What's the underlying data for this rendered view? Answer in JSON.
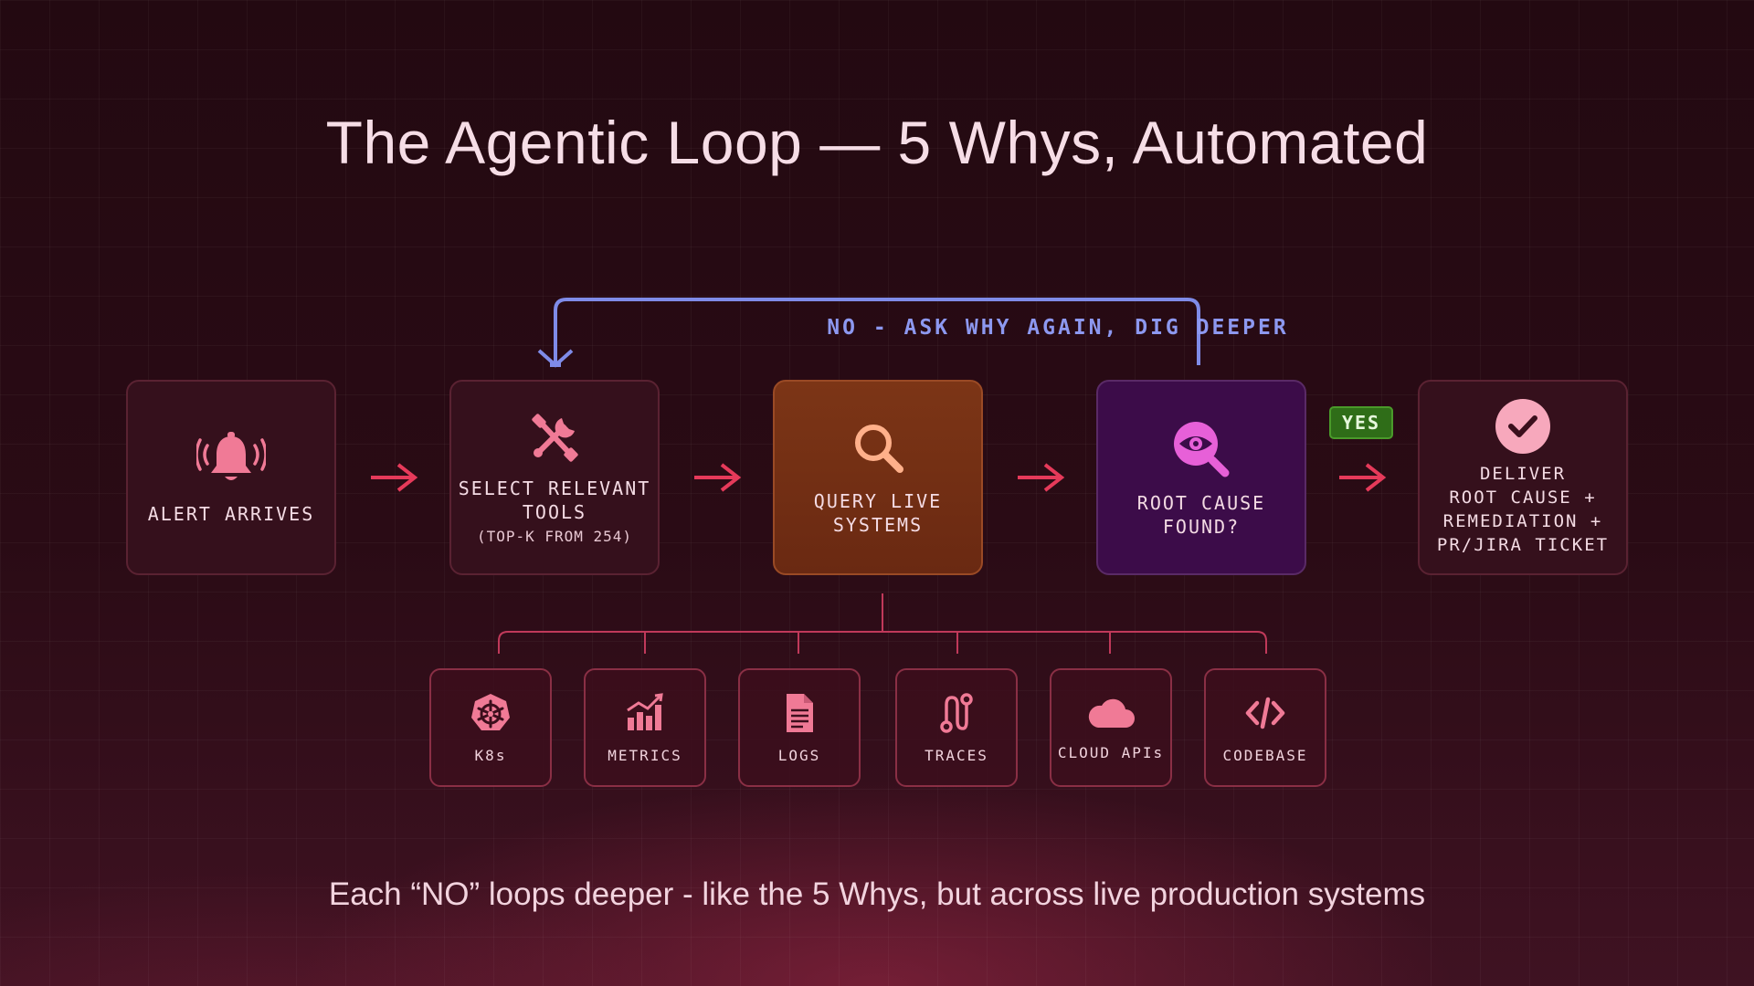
{
  "title": "The Agentic Loop — 5 Whys, Automated",
  "loop_label": "NO - ASK WHY AGAIN, DIG DEEPER",
  "yes_label": "YES",
  "steps": [
    {
      "label": "ALERT ARRIVES",
      "icon": "bell-ringing-icon"
    },
    {
      "label": "SELECT RELEVANT\nTOOLS",
      "sub": "(TOP-K FROM 254)",
      "icon": "tools-icon"
    },
    {
      "label": "QUERY LIVE\nSYSTEMS",
      "icon": "magnifier-icon"
    },
    {
      "label": "ROOT CAUSE\nFOUND?",
      "icon": "eye-search-icon"
    },
    {
      "label": "DELIVER\nROOT CAUSE +\nREMEDIATION +\nPR/JIRA TICKET",
      "icon": "check-circle-icon"
    }
  ],
  "sources": [
    {
      "label": "K8s",
      "icon": "kubernetes-icon"
    },
    {
      "label": "METRICS",
      "icon": "bar-chart-icon"
    },
    {
      "label": "LOGS",
      "icon": "document-icon"
    },
    {
      "label": "TRACES",
      "icon": "trace-path-icon"
    },
    {
      "label": "CLOUD APIs",
      "icon": "cloud-icon"
    },
    {
      "label": "CODEBASE",
      "icon": "code-icon"
    }
  ],
  "footer": "Each “NO” loops deeper - like the 5 Whys, but across live production systems",
  "colors": {
    "accent_red": "#e63a5a",
    "loop_blue": "#8d98f0",
    "query_orange": "#7c3516",
    "root_purple": "#3c0c49",
    "yes_green": "#2f6d18",
    "icon_pink": "#f07a96"
  }
}
